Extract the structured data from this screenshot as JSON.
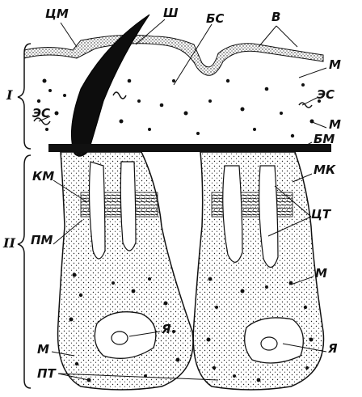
{
  "figure": {
    "labels": {
      "cm": "ЦМ",
      "sh": "Ш",
      "bs": "БС",
      "v": "В",
      "m_top_right": "М",
      "es_right": "ЭС",
      "m_right": "М",
      "es_left": "ЭС",
      "layer_one": "I",
      "bm": "БМ",
      "km": "КМ",
      "mk": "МК",
      "pm": "ПМ",
      "ct": "ЦТ",
      "m_lower_right": "М",
      "layer_two": "II",
      "ya_left": "Я",
      "ya_right": "Я",
      "m_bottom_left": "М",
      "pt": "ПТ"
    }
  }
}
